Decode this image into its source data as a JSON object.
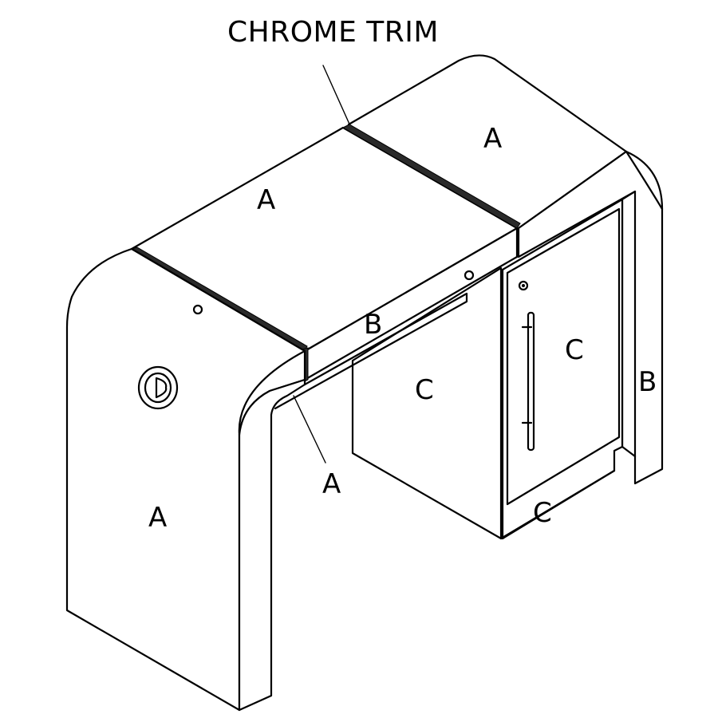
{
  "title": "CHROME TRIM",
  "labels": {
    "top_mid": "A",
    "top_right": "A",
    "left_leg": "A",
    "front_trim": "A",
    "apron": "B",
    "right_leg": "B",
    "left_panel": "C",
    "door": "C",
    "base": "C"
  },
  "colors": {
    "line": "#000000",
    "background": "#ffffff",
    "trim": "#2a2a2a"
  }
}
